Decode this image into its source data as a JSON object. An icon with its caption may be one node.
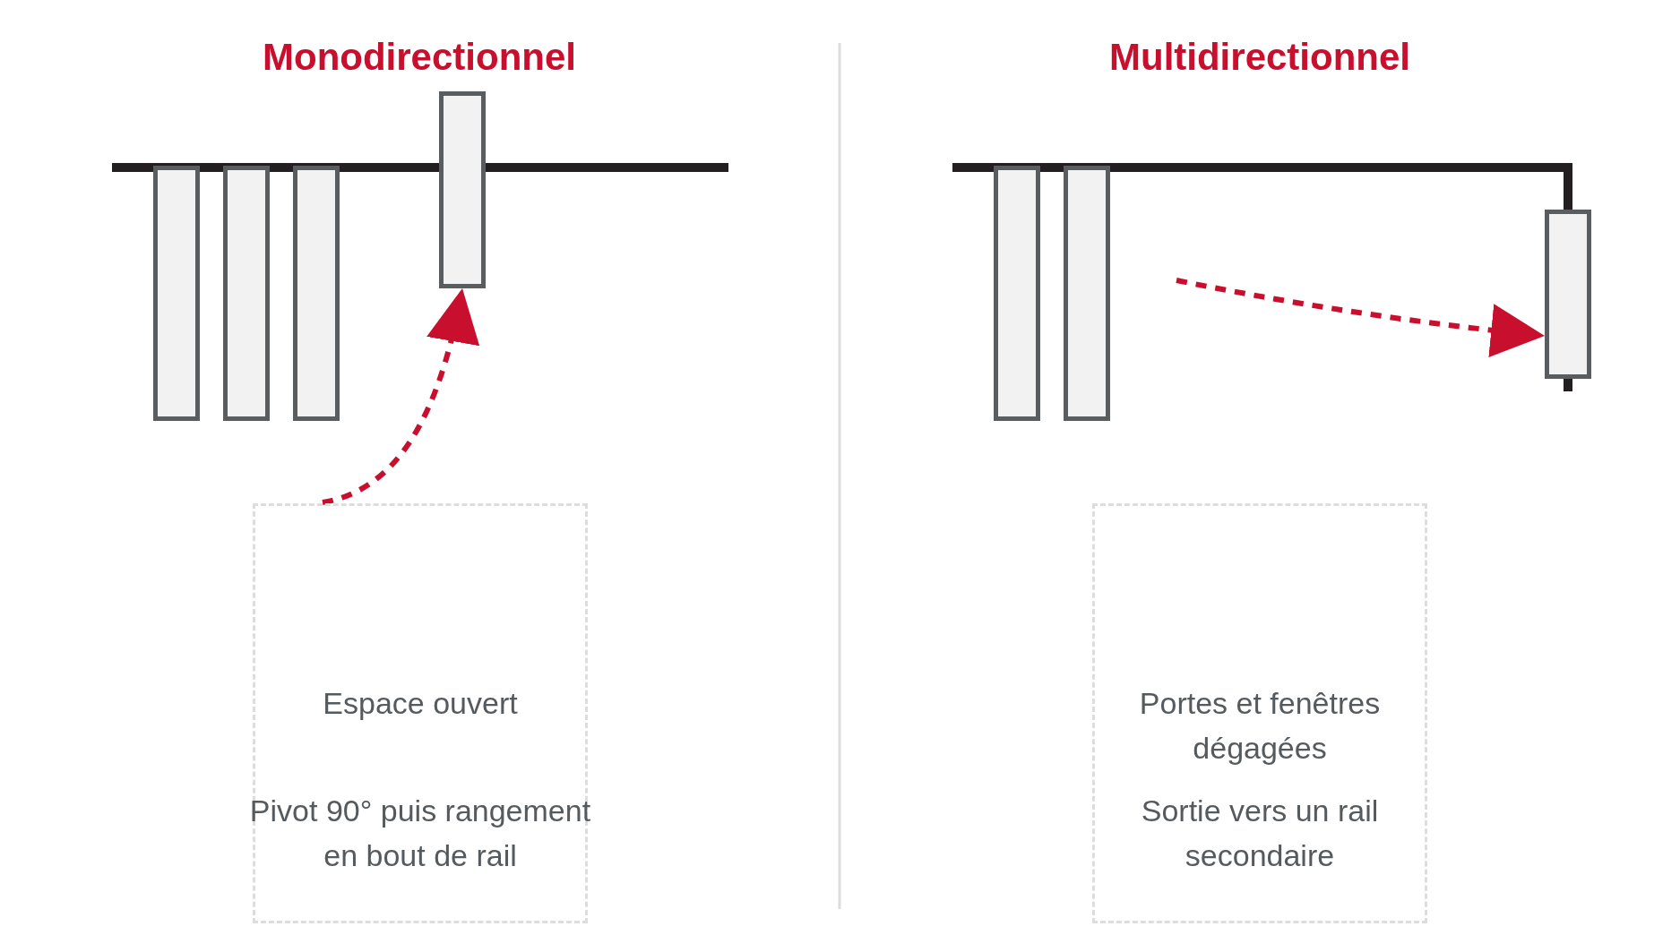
{
  "diagram": {
    "nodes": [
      {
        "text": [
          "Espace ouvert",
          "Pivot 90° puis rangement en bout de rail"
        ]
      },
      {
        "text": [
          "Portes et fenêtres dégagées",
          "Sortie vers un rail secondaire"
        ]
      },
      {
        "text": [],
        "shape": "box"
      },
      {
        "text": [],
        "shape": "box"
      },
      {
        "text": [],
        "shape": "box"
      },
      {
        "text": [],
        "shape": "box"
      },
      {
        "text": [],
        "shape": "box"
      },
      {
        "text": [],
        "shape": "box"
      },
      {
        "text": [],
        "shape": "box"
      }
    ],
    "edges": [
      {
        "from": 0,
        "to": 5,
        "arrow": "to",
        "style": "dashed"
      },
      {
        "from": null,
        "to": 8,
        "arrow": "to",
        "style": "dashed"
      }
    ],
    "labels": [
      "Monodirectionnel",
      "Multidirectionnel"
    ]
  }
}
